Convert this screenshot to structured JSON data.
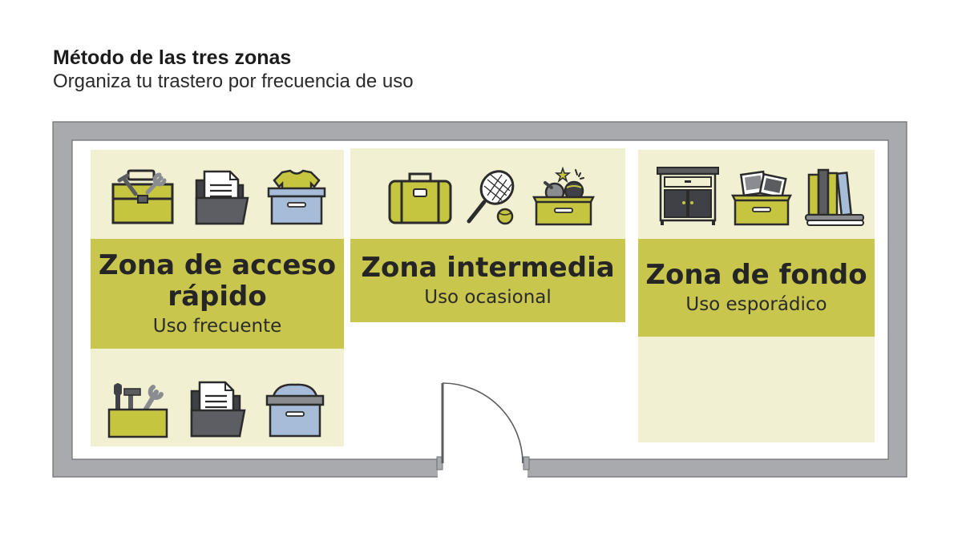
{
  "header": {
    "title": "Método de las tres zonas",
    "subtitle": "Organiza tu trastero por frecuencia de uso"
  },
  "colors": {
    "wall": "#a8aaad",
    "zone_fill": "#f2f0d3",
    "zone_band": "#c9c64e",
    "icon_accent": "#c6c53f",
    "icon_dark": "#5a5c60",
    "icon_blue": "#a7bcd8"
  },
  "zones": [
    {
      "title": "Zona de acceso rápido",
      "subtitle": "Uso frecuente",
      "icons_top": [
        "toolbox-icon",
        "file-folder-icon",
        "clothes-box-icon"
      ],
      "icons_bottom": [
        "tool-caddy-icon",
        "file-folder-icon",
        "storage-box-icon"
      ]
    },
    {
      "title": "Zona intermedia",
      "subtitle": "Uso ocasional",
      "icons_top": [
        "suitcase-icon",
        "tennis-racket-icon",
        "party-box-icon"
      ]
    },
    {
      "title": "Zona de fondo",
      "subtitle": "Uso esporádico",
      "icons_top": [
        "cabinet-icon",
        "photo-box-icon",
        "books-icon"
      ]
    }
  ]
}
